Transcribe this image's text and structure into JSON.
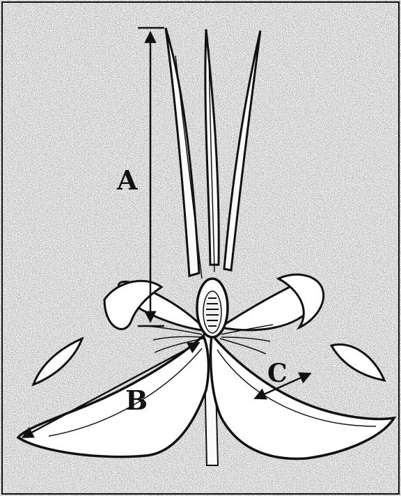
{
  "figure": {
    "labels": {
      "a": "A",
      "b": "B",
      "c": "C"
    }
  },
  "colors": {
    "background_speckle": "#9a9a9a",
    "ink": "#111111",
    "petal_fill": "#ffffff"
  }
}
